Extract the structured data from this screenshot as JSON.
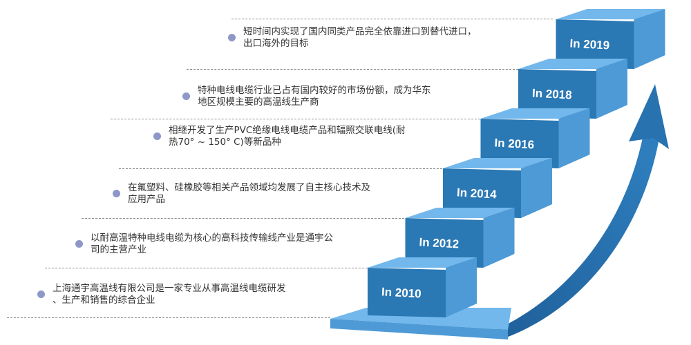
{
  "milestones": [
    {
      "year": "In 2010",
      "text": "上海通宇高温线有限公司是一家专业从事高温线电缆研发\n、生产和销售的综合企业"
    },
    {
      "year": "In 2012",
      "text": "以耐高温特种电线电缆为核心的高科技传输线产业是通宇公\n司的主营产业"
    },
    {
      "year": "In 2014",
      "text": "在氟塑料、硅橡胶等相关产品领域均发展了自主核心技术及\n应用产品"
    },
    {
      "year": "In 2016",
      "text": "相继开发了生产PVC绝缘电线电缆产品和辐照交联电线(耐\n热70° ~ 150° C)等新品种"
    },
    {
      "year": "In 2018",
      "text": "特种电线电缆行业已占有国内较好的市场份额，成为华东\n地区规模主要的高温线生产商"
    },
    {
      "year": "In 2019",
      "text": "短时间内实现了国内同类产品完全依靠进口到替代进口，\n出口海外的目标"
    }
  ],
  "colors": {
    "front": "#2a78b4",
    "top": "#72b8ec",
    "side": "#4d9ad6",
    "dot": "#8e97c8",
    "arrow": "#2872b0"
  }
}
